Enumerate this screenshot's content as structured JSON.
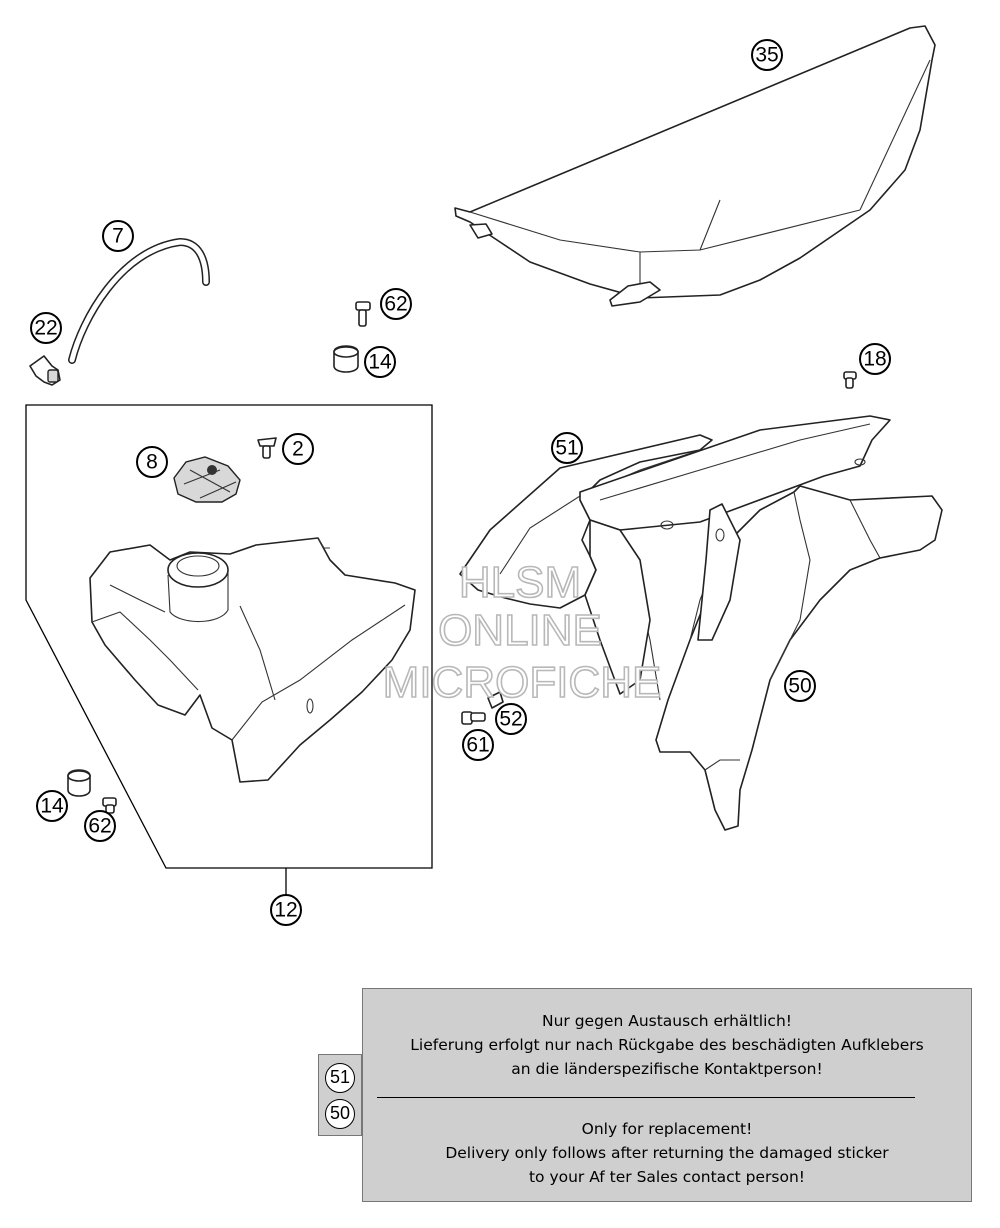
{
  "callouts": {
    "c35": "35",
    "c7": "7",
    "c62a": "62",
    "c22": "22",
    "c14a": "14",
    "c18": "18",
    "c8": "8",
    "c2": "2",
    "c51": "51",
    "c52": "52",
    "c61": "61",
    "c50": "50",
    "c14b": "14",
    "c62b": "62",
    "c12": "12"
  },
  "watermark": {
    "line1": "HLSM",
    "line2": "ONLINE",
    "line3": "MICROFICHE"
  },
  "notice": {
    "de_line1": "Nur gegen Austausch erhältlich!",
    "de_line2": "Lieferung erfolgt nur nach Rückgabe des beschädigten Aufklebers",
    "de_line3": "an die länderspezifische Kontaktperson!",
    "en_line1": "Only for replacement!",
    "en_line2": "Delivery only follows after returning the damaged sticker",
    "en_line3": "to your Af ter Sales contact person!"
  },
  "notice_refs": {
    "ref1": "51",
    "ref2": "50"
  }
}
